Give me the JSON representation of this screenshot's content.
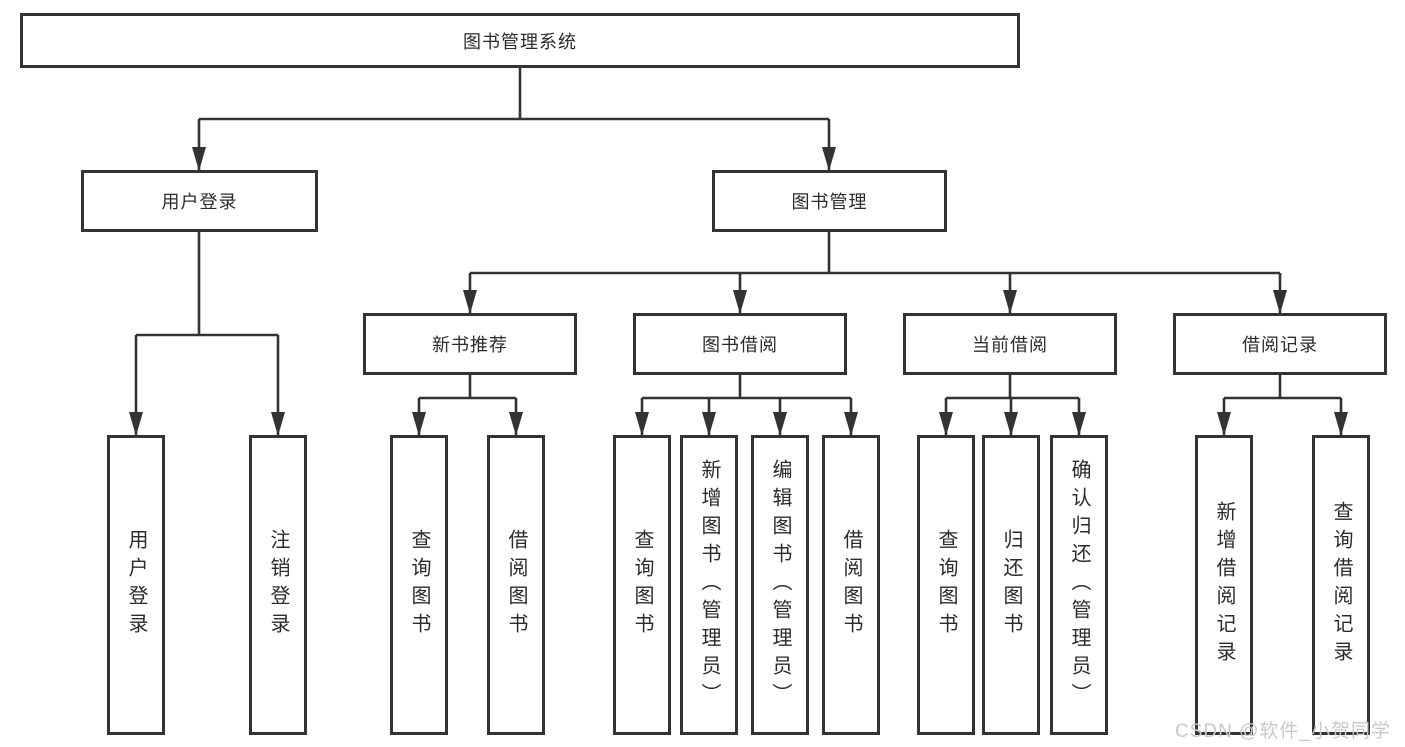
{
  "watermark": "CSDN @软件_小贺同学",
  "colors": {
    "background": "#ffffff",
    "box_fill": "#ffffff",
    "box_border": "#333333",
    "line": "#333333",
    "text": "#2b2b2b",
    "watermark": "#c9c9c9"
  },
  "tree": {
    "label": "图书管理系统",
    "children": [
      {
        "label": "用户登录",
        "children": [
          {
            "label": "用户登录"
          },
          {
            "label": "注销登录"
          }
        ]
      },
      {
        "label": "图书管理",
        "children": [
          {
            "label": "新书推荐",
            "children": [
              {
                "label": "查询图书"
              },
              {
                "label": "借阅图书"
              }
            ]
          },
          {
            "label": "图书借阅",
            "children": [
              {
                "label": "查询图书"
              },
              {
                "label": "新增图书（管理员）"
              },
              {
                "label": "编辑图书（管理员）"
              },
              {
                "label": "借阅图书"
              }
            ]
          },
          {
            "label": "当前借阅",
            "children": [
              {
                "label": "查询图书"
              },
              {
                "label": "归还图书"
              },
              {
                "label": "确认归还（管理员）"
              }
            ]
          },
          {
            "label": "借阅记录",
            "children": [
              {
                "label": "新增借阅记录"
              },
              {
                "label": "查询借阅记录"
              }
            ]
          }
        ]
      }
    ]
  }
}
